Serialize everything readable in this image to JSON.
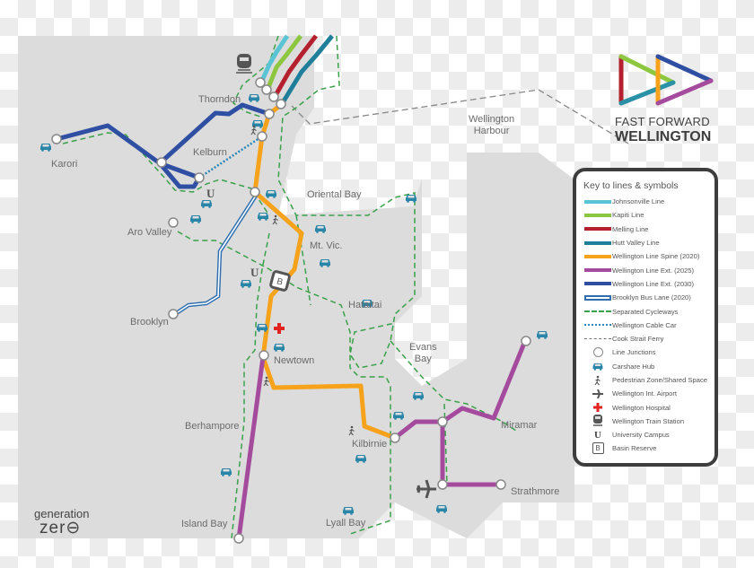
{
  "logo": {
    "line1": "FAST FORWARD",
    "line2": "WELLINGTON",
    "colors": [
      "#b5202e",
      "#8dc63f",
      "#2a91a6",
      "#f7a21b",
      "#2f4fa2",
      "#a54b9e"
    ]
  },
  "branding": {
    "line1": "generation",
    "line2": "zer⊖"
  },
  "places": {
    "thorndon": "Thorndon",
    "karori": "Karori",
    "kelburn": "Kelburn",
    "wellington_harbour_1": "Wellington",
    "wellington_harbour_2": "Harbour",
    "oriental_bay": "Oriental Bay",
    "aro_valley": "Aro Valley",
    "mt_vic": "Mt. Vic.",
    "brooklyn": "Brooklyn",
    "hataitai": "Hataitai",
    "evans_bay_1": "Evans",
    "evans_bay_2": "Bay",
    "newtown": "Newtown",
    "berhampore": "Berhampore",
    "kilbirnie": "Kilbirnie",
    "miramar": "Miramar",
    "strathmore": "Strathmore",
    "island_bay": "Island Bay",
    "lyall_bay": "Lyall Bay"
  },
  "legend": {
    "title": "Key to lines & symbols",
    "items": [
      {
        "label": "Johnsonville Line",
        "type": "line",
        "color": "#5bc4d4"
      },
      {
        "label": "Kapiti Line",
        "type": "line",
        "color": "#8dc63f"
      },
      {
        "label": "Melling Line",
        "type": "line",
        "color": "#b5202e"
      },
      {
        "label": "Hutt Valley Line",
        "type": "line",
        "color": "#1f7f9a"
      },
      {
        "label": "Wellington Line Spine (2020)",
        "type": "line",
        "color": "#f7a21b"
      },
      {
        "label": "Wellington Line Ext. (2025)",
        "type": "line",
        "color": "#a54b9e"
      },
      {
        "label": "Wellington Line Ext. (2030)",
        "type": "line",
        "color": "#2f4fa2"
      },
      {
        "label": "Brooklyn Bus Lane (2020)",
        "type": "double-line",
        "color": "#2f6fb0"
      },
      {
        "label": "Separated Cycleways",
        "type": "dashed",
        "color": "#3aa14a"
      },
      {
        "label": "Wellington Cable Car",
        "type": "dotted",
        "color": "#2a86b8"
      },
      {
        "label": "Cook Strait Ferry",
        "type": "dashed",
        "color": "#777777"
      },
      {
        "label": "Line Junctions",
        "type": "junction-icon"
      },
      {
        "label": "Carshare Hub",
        "type": "car-icon"
      },
      {
        "label": "Pedestrian Zone/Shared Space",
        "type": "pedestrian-icon"
      },
      {
        "label": "Wellington Int. Airport",
        "type": "airplane-icon"
      },
      {
        "label": "Wellington Hospital",
        "type": "hospital-cross-icon"
      },
      {
        "label": "Wellington Train Station",
        "type": "train-icon"
      },
      {
        "label": "University Campus",
        "type": "university-icon"
      },
      {
        "label": "Basin Reserve",
        "type": "basin-reserve-icon"
      }
    ]
  },
  "symbols": {
    "basin_reserve": "B",
    "university": "U"
  }
}
